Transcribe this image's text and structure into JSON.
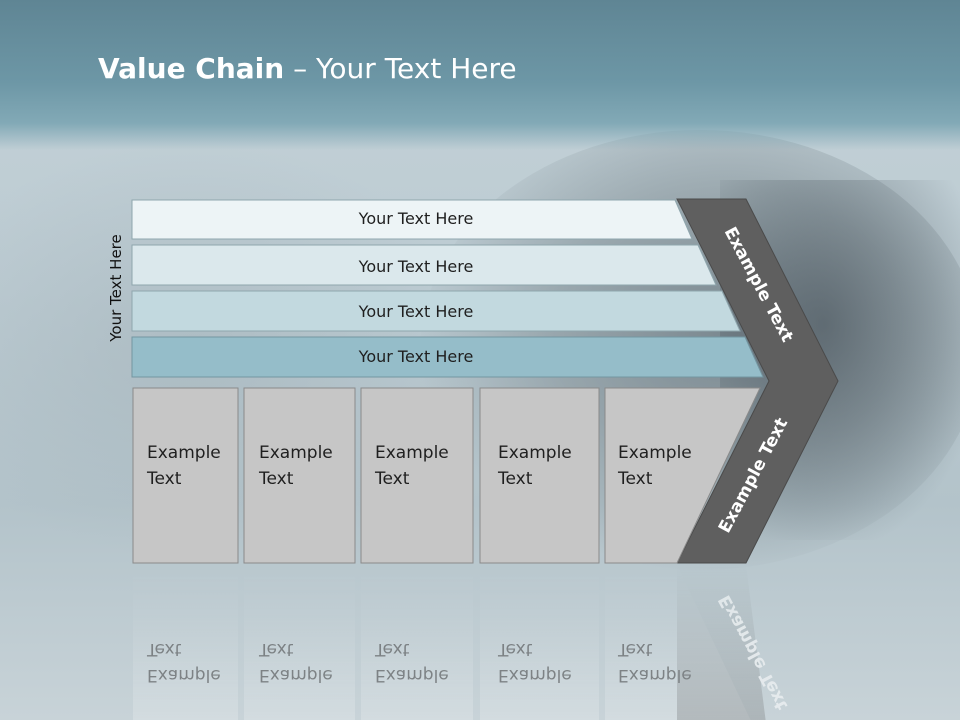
{
  "slide": {
    "title_bold": "Value Chain",
    "title_rest": " – Your Text Here",
    "side_label": "Your Text Here"
  },
  "bands": [
    {
      "label": "Your Text Here",
      "color": "#edf4f6"
    },
    {
      "label": "Your Text Here",
      "color": "#dbe8ec"
    },
    {
      "label": "Your Text Here",
      "color": "#c2d9df"
    },
    {
      "label": "Your Text Here",
      "color": "#95bdc9"
    }
  ],
  "chevron": {
    "upper_label": "Example Text",
    "lower_label": "Example Text",
    "color": "#5f5f5f"
  },
  "activities": [
    {
      "line1": "Example",
      "line2": "Text"
    },
    {
      "line1": "Example",
      "line2": "Text"
    },
    {
      "line1": "Example",
      "line2": "Text"
    },
    {
      "line1": "Example",
      "line2": "Text"
    },
    {
      "line1": "Example",
      "line2": "Text"
    }
  ],
  "colors": {
    "header": "#6d97a6",
    "box_fill": "#c6c6c6",
    "box_stroke": "#8a8a8a"
  }
}
